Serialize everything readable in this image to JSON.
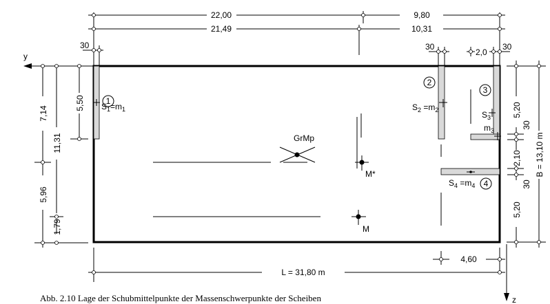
{
  "top_dims": {
    "row1_left": "22,00",
    "row1_right": "9,80",
    "row2_left": "21,49",
    "row2_right": "10,31",
    "wall1_thickness": "30",
    "wall2_thickness": "30",
    "gap": "2,0",
    "wall3_thickness": "30"
  },
  "left_dims": {
    "d550": "5,50",
    "d714": "7,14",
    "d596": "5,96",
    "d1131": "11,31",
    "d179": "1,79"
  },
  "right_dims": {
    "d520a": "5,20",
    "d30a": "30",
    "d210": "2,10",
    "d30b": "30",
    "d520b": "5,20",
    "total": "B = 13,10 m"
  },
  "bottom_dims": {
    "d460": "4,60",
    "length": "L = 31,80 m"
  },
  "axes": {
    "y": "y",
    "z": "z"
  },
  "walls": [
    {
      "number": "1",
      "label": {
        "s": "S",
        "sub": "1",
        "mid": "=m",
        "sub2": "1"
      }
    },
    {
      "number": "2",
      "label": {
        "s": "S",
        "sub": "2",
        "mid": " =m",
        "sub2": "2"
      }
    },
    {
      "number": "3",
      "label": {
        "s": "S",
        "sub": "3",
        "m": "m",
        "msub": "3"
      }
    },
    {
      "number": "4",
      "label": {
        "s": "S",
        "sub": "4",
        "mid": " =m",
        "sub2": "4"
      }
    }
  ],
  "points": {
    "grmp": "GrMp",
    "mstar": "M*",
    "m": "M"
  },
  "caption": "Abb. 2.10 Lage der Schubmittelpunkte der Massenschwerpunkte der Scheiben"
}
